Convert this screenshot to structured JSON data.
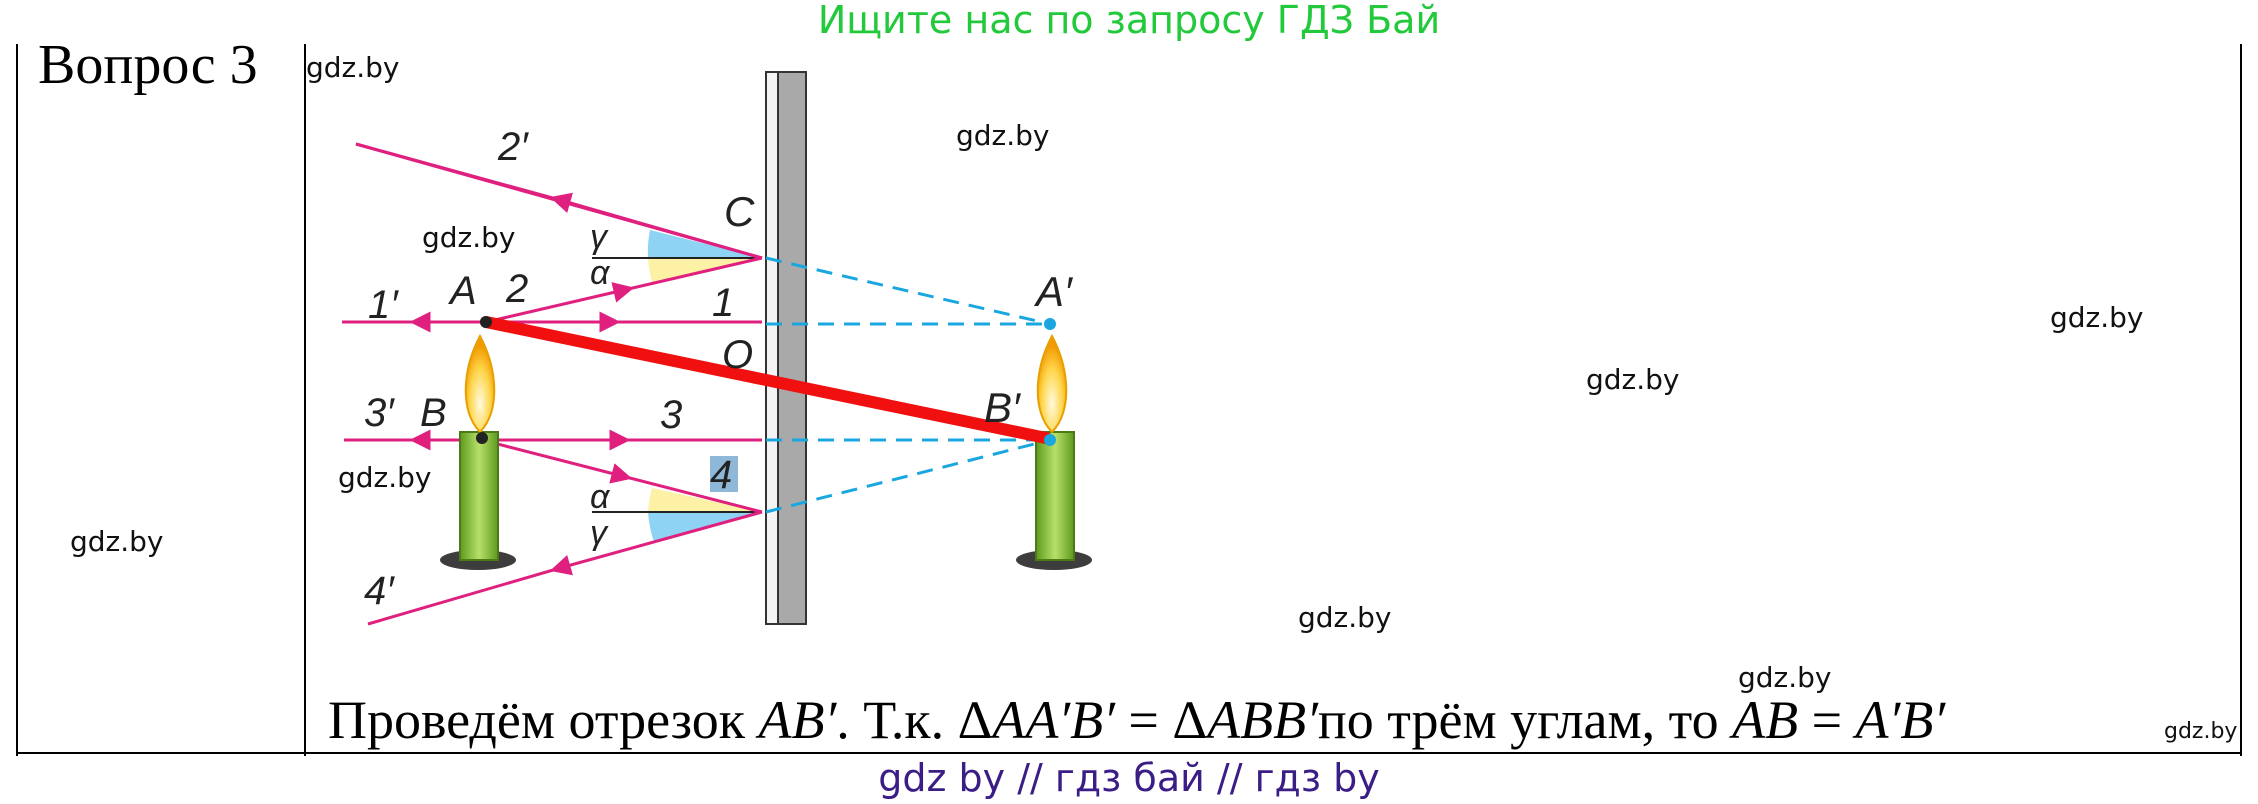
{
  "banner_top": "Ищите нас по запросу ГДЗ Бай",
  "banner_bottom": "gdz by  //  гдз бай  //  гдз by",
  "question_label": "Вопрос 3",
  "watermark": "gdz.by",
  "figure": {
    "labels": {
      "ray_2p": "2′",
      "ray_1p": "1′",
      "ray_3p": "3′",
      "ray_4p": "4′",
      "point_A": "A",
      "point_B": "B",
      "point_C": "C",
      "point_O": "O",
      "ray_1": "1",
      "ray_2": "2",
      "ray_3": "3",
      "ray_4": "4",
      "point_A_image": "A′",
      "point_B_image": "B′",
      "gamma": "γ",
      "alpha": "α"
    },
    "colors": {
      "ray": "#e0207f",
      "extension": "#1aa7e0",
      "segment": "#f01010",
      "mirror": "#a9a9a9",
      "candle": "#8dc63f",
      "flame": "#f4b400",
      "angle_blue": "#8fd3f4",
      "angle_yellow": "#fdf1a6"
    }
  },
  "answer": {
    "part1": "Проведём отрезок ",
    "seg1": "AB′",
    "part2": ". Т.к. Δ",
    "tri1": "AA′B′",
    "eq": " = Δ",
    "tri2": "ABB′",
    "part3": "по трём углам, то ",
    "seg2": "AB",
    "eq2": " = ",
    "seg3": "A′B′"
  }
}
